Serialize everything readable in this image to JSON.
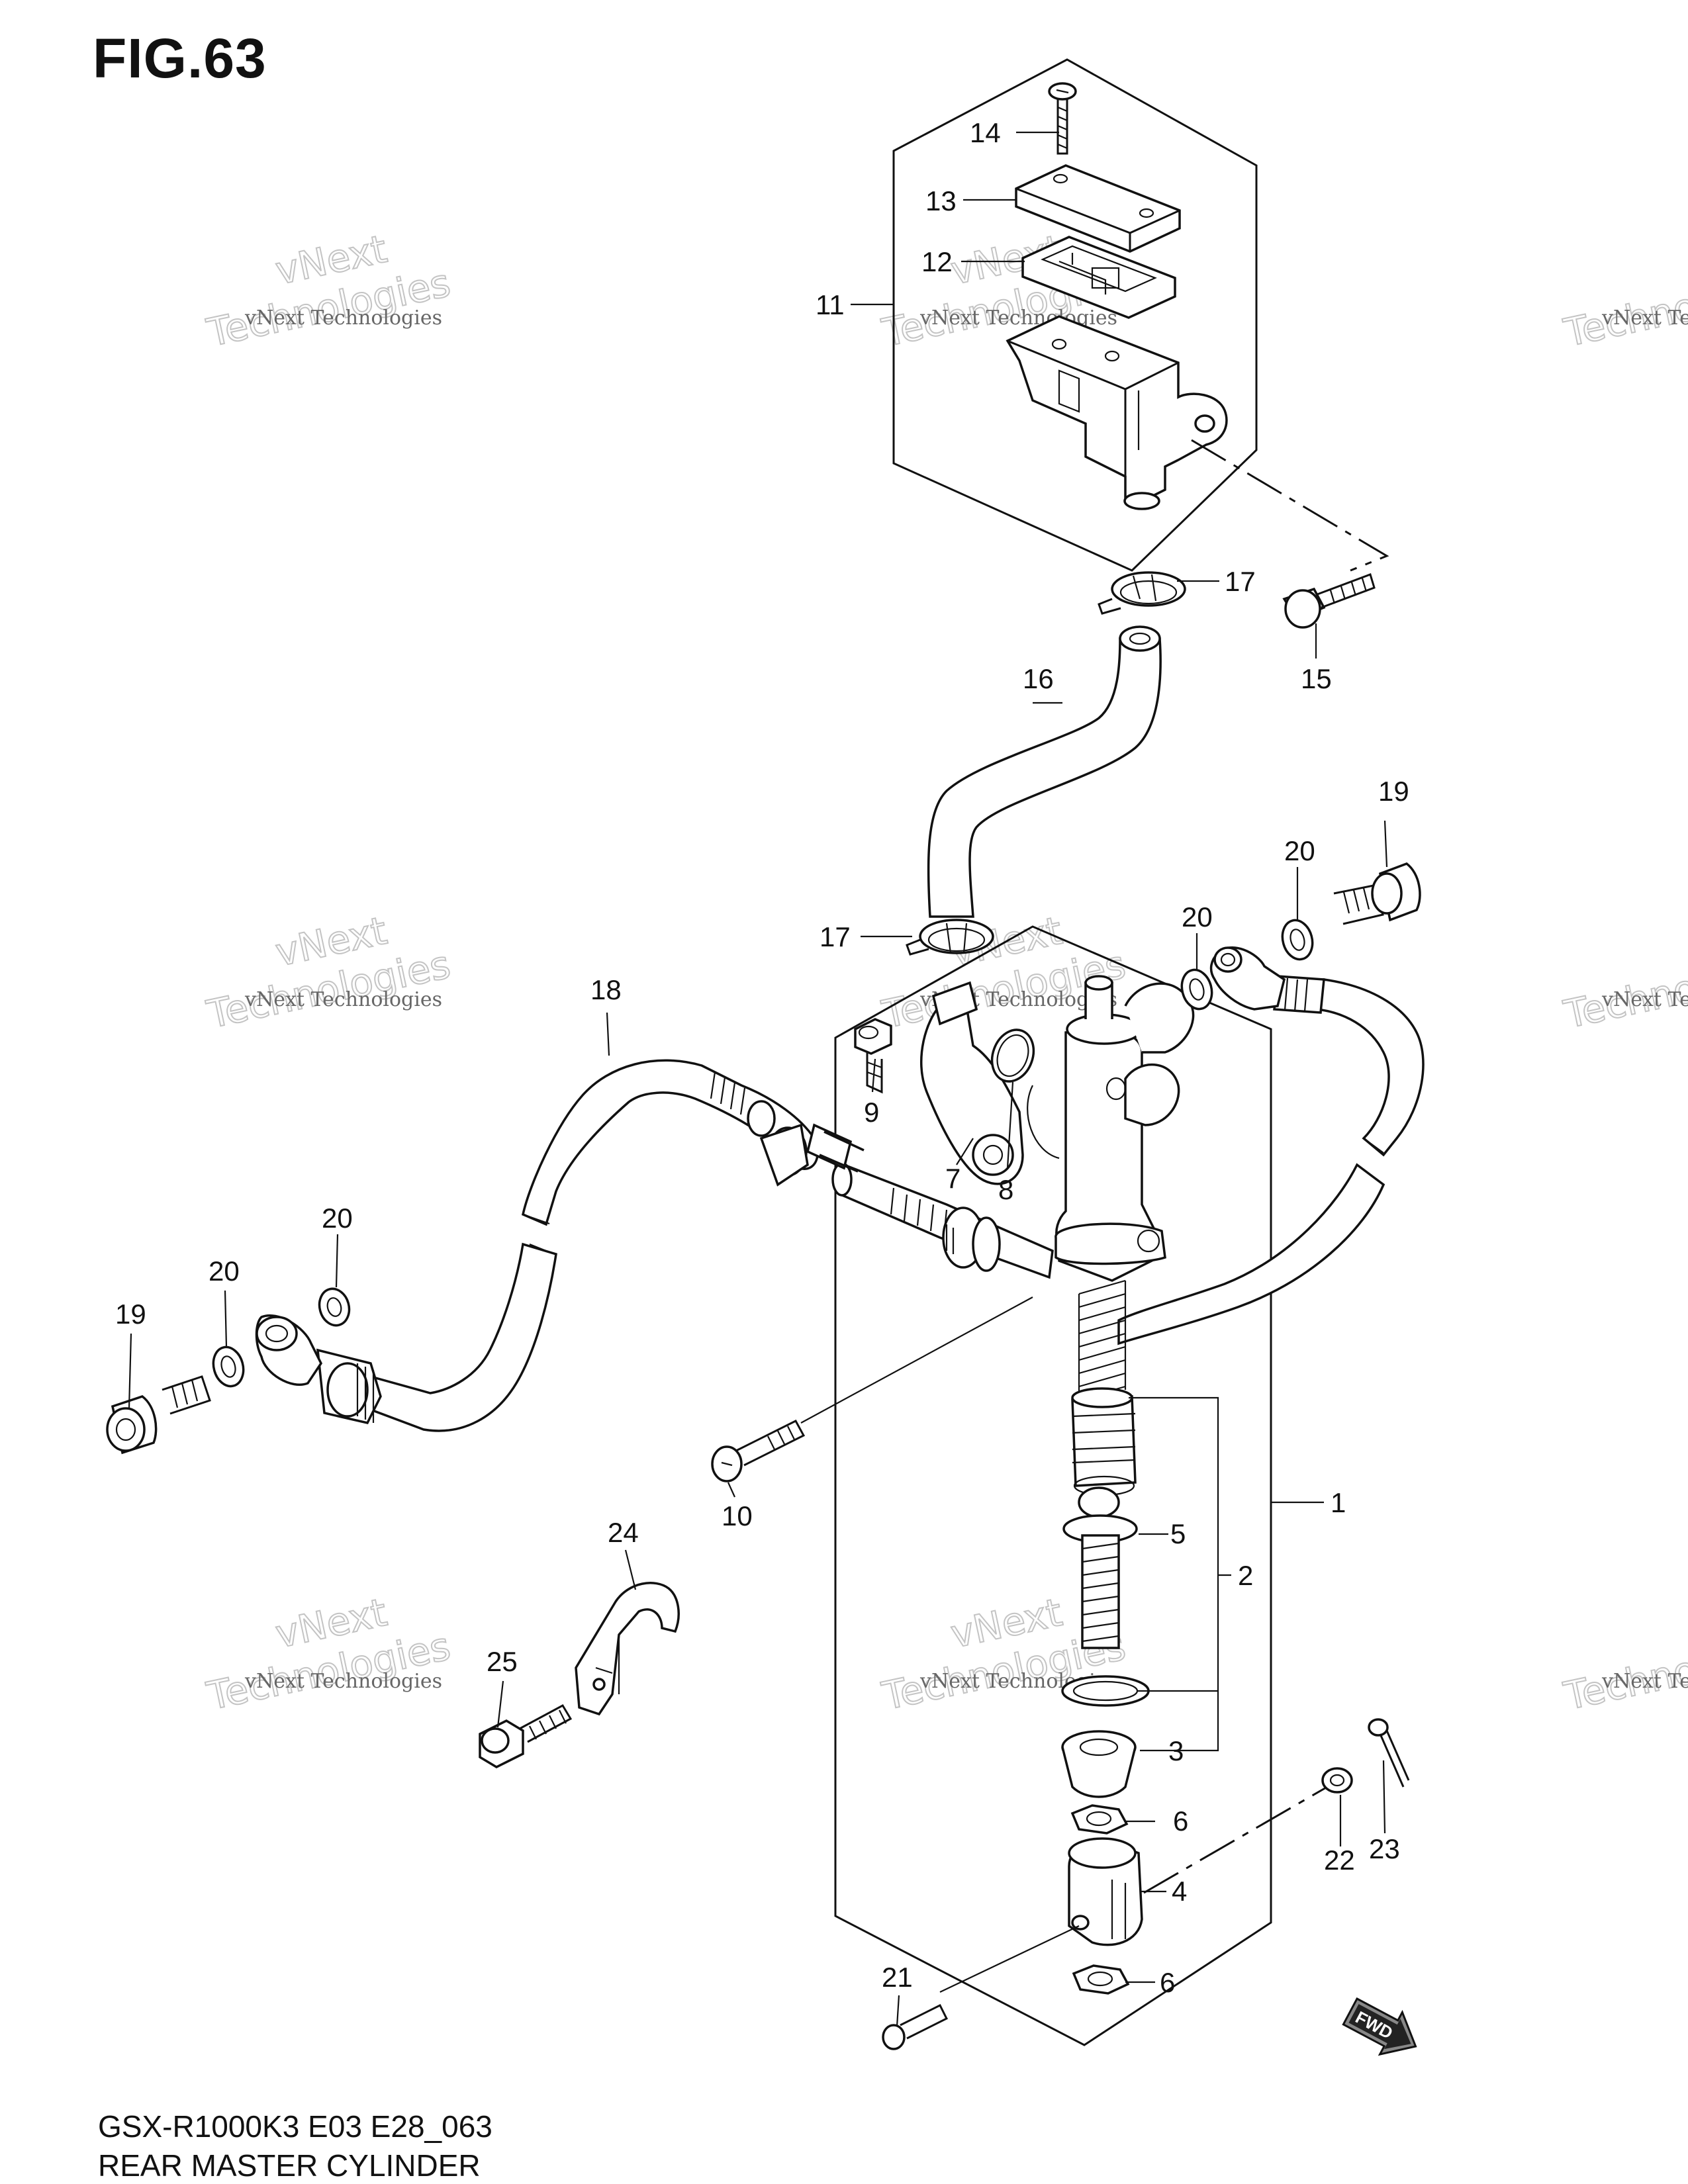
{
  "figure": {
    "title": "FIG.63",
    "model_code": "GSX-R1000K3 E03 E28_063",
    "part_group": "REAR MASTER CYLINDER",
    "fwd_label": "FWD"
  },
  "watermark": {
    "line1": "vNext Technologies",
    "line2": "vNext",
    "line3": "Technologies"
  },
  "callouts": [
    "1",
    "2",
    "3",
    "4",
    "5",
    "6",
    "7",
    "8",
    "9",
    "10",
    "11",
    "12",
    "13",
    "14",
    "15",
    "16",
    "17",
    "18",
    "19",
    "20",
    "21",
    "22",
    "23",
    "24",
    "25"
  ]
}
